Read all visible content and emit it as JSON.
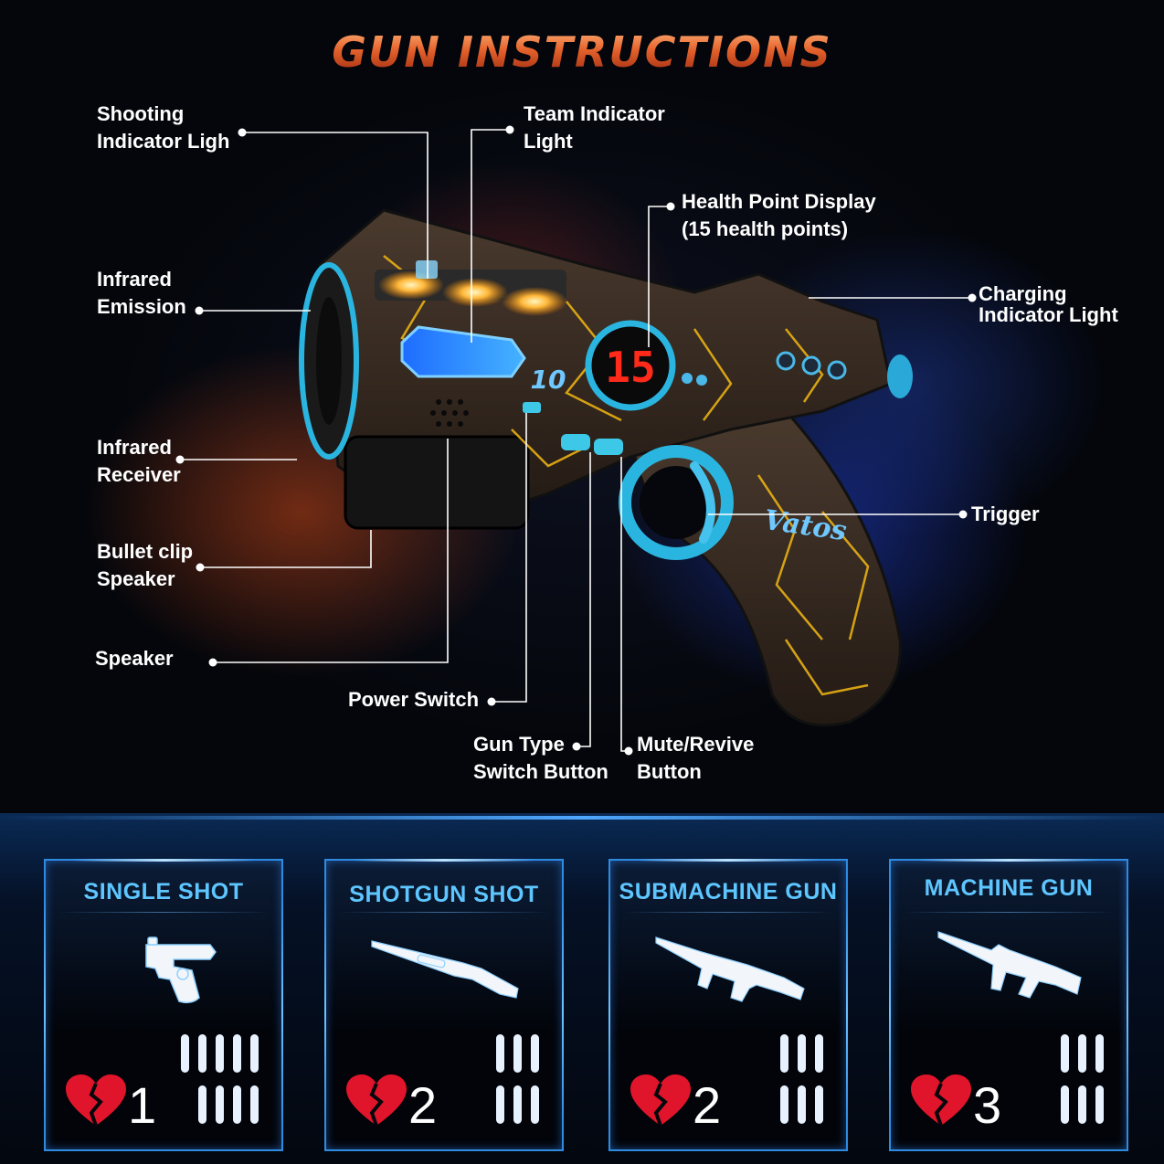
{
  "title": "GUN INSTRUCTIONS",
  "gun": {
    "display_value": "15",
    "side_number": "10",
    "brand": "Vatos"
  },
  "labels": {
    "shooting_indicator": [
      "Shooting",
      "Indicator Ligh"
    ],
    "team_indicator": [
      "Team Indicator",
      "Light"
    ],
    "health_display": [
      "Health Point Display",
      "(15 health points)"
    ],
    "infrared_emission": [
      "Infrared",
      "Emission"
    ],
    "charging_indicator": [
      "Charging",
      "Indicator Light"
    ],
    "infrared_receiver": [
      "Infrared",
      "Receiver"
    ],
    "trigger": [
      "Trigger"
    ],
    "bullet_clip_speaker": [
      "Bullet clip",
      "Speaker"
    ],
    "speaker": [
      "Speaker"
    ],
    "power_switch": [
      "Power Switch"
    ],
    "gun_type_switch": [
      "Gun Type",
      "Switch Button"
    ],
    "mute_revive": [
      "Mute/Revive",
      "Button"
    ]
  },
  "modes": [
    {
      "name": "SINGLE SHOT",
      "lives": "1",
      "weapon_icon": "revolver-icon",
      "ammo_rows": [
        5,
        4
      ]
    },
    {
      "name": "SHOTGUN SHOT",
      "lives": "2",
      "weapon_icon": "shotgun-icon",
      "ammo_rows": [
        3,
        3
      ]
    },
    {
      "name": "SUBMACHINE GUN",
      "lives": "2",
      "weapon_icon": "submachine-gun-icon",
      "ammo_rows": [
        3,
        3
      ]
    },
    {
      "name": "MACHINE GUN",
      "lives": "3",
      "weapon_icon": "machine-gun-icon",
      "ammo_rows": [
        3,
        3
      ]
    }
  ],
  "colors": {
    "accent_blue": "#5ec6ff",
    "title_orange": "#e5632c",
    "heart_red": "#e0142a"
  }
}
